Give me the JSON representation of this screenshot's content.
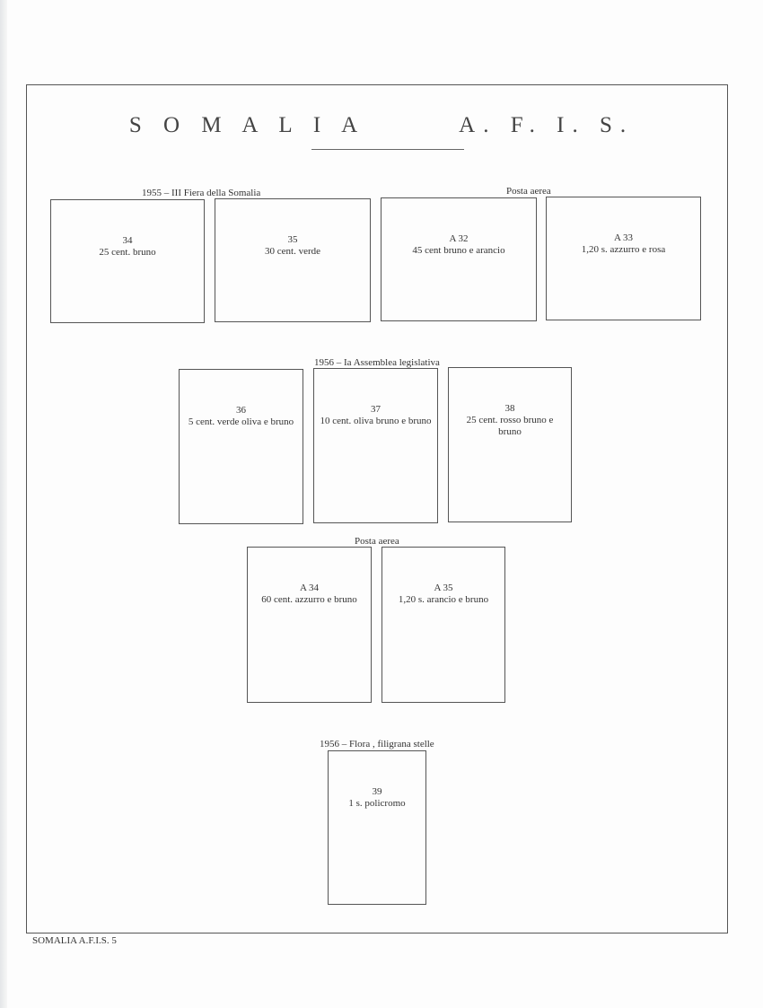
{
  "page": {
    "title": "S O M A L I A       A. F. I. S.",
    "footer": "SOMALIA A.F.I.S. 5"
  },
  "sections": [
    {
      "label": "1955 – III Fiera della Somalia"
    },
    {
      "label": "Posta aerea"
    },
    {
      "label": "1956 – Ia Assemblea legislativa"
    },
    {
      "label": "Posta aerea"
    },
    {
      "label": "1956 – Flora , filigrana stelle"
    }
  ],
  "stamps": [
    {
      "number": "34",
      "description": "25 cent. bruno"
    },
    {
      "number": "35",
      "description": "30 cent. verde"
    },
    {
      "number": "A  32",
      "description": "45  cent bruno e arancio"
    },
    {
      "number": "A  33",
      "description": "1,20  s. azzurro e rosa"
    },
    {
      "number": "36",
      "description": "5 cent. verde oliva e bruno"
    },
    {
      "number": "37",
      "description": "10 cent. oliva bruno e bruno"
    },
    {
      "number": "38",
      "description": "25 cent.  rosso bruno e bruno"
    },
    {
      "number": "A  34",
      "description": "60 cent. azzurro e bruno"
    },
    {
      "number": "A  35",
      "description": "1,20  s. arancio  e bruno"
    },
    {
      "number": "39",
      "description": "1 s.  policromo"
    }
  ]
}
